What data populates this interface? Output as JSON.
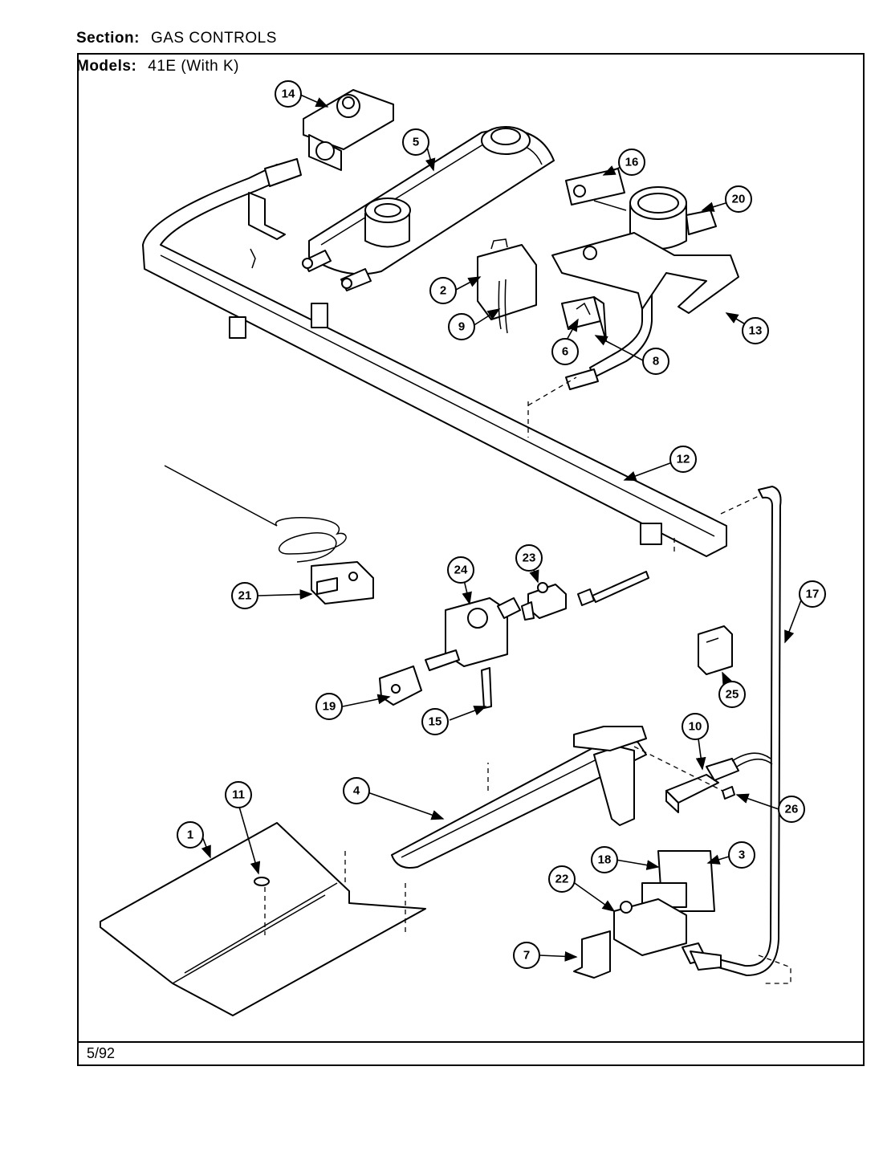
{
  "header": {
    "section_label": "Section:",
    "section_value": "GAS CONTROLS",
    "models_label": "Models:",
    "models_value": "41E (With K)"
  },
  "footer": {
    "date": "5/92"
  },
  "callouts": [
    "1",
    "2",
    "3",
    "4",
    "5",
    "6",
    "7",
    "8",
    "9",
    "10",
    "11",
    "12",
    "13",
    "14",
    "15",
    "16",
    "17",
    "18",
    "19",
    "20",
    "21",
    "22",
    "23",
    "24",
    "25",
    "26"
  ]
}
